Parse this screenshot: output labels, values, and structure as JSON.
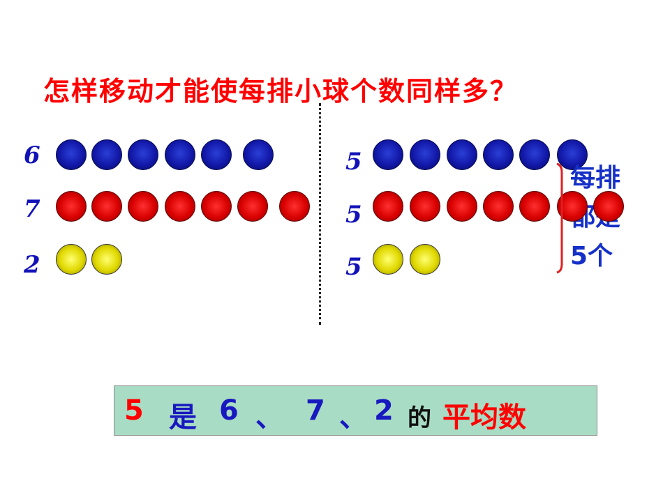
{
  "title": "怎样移动才能使每排小球个数同样多？",
  "left": {
    "rows": [
      {
        "count_label": "6",
        "color": "blue",
        "balls": 6
      },
      {
        "count_label": "7",
        "color": "red",
        "balls": 7
      },
      {
        "count_label": "2",
        "color": "yellow",
        "balls": 2
      }
    ]
  },
  "right": {
    "rows": [
      {
        "count_label": "5",
        "color": "blue",
        "balls": 6
      },
      {
        "count_label": "5",
        "color": "red",
        "balls": 7
      },
      {
        "count_label": "5",
        "color": "yellow",
        "balls": 2
      }
    ],
    "note_line1": "每排",
    "note_line2": "都是",
    "note_line3": "5个"
  },
  "summary": {
    "num5": "5",
    "shi": "是",
    "n6": "6",
    "sep1": "、",
    "n7": "7",
    "sep2": "、",
    "n2": "2",
    "de": "的",
    "average": "平均数"
  },
  "colors": {
    "blue": "#1218a8",
    "red": "#d80000",
    "yellow": "#e0d800",
    "title": "#ff0000",
    "box": "#a8dcc4"
  }
}
